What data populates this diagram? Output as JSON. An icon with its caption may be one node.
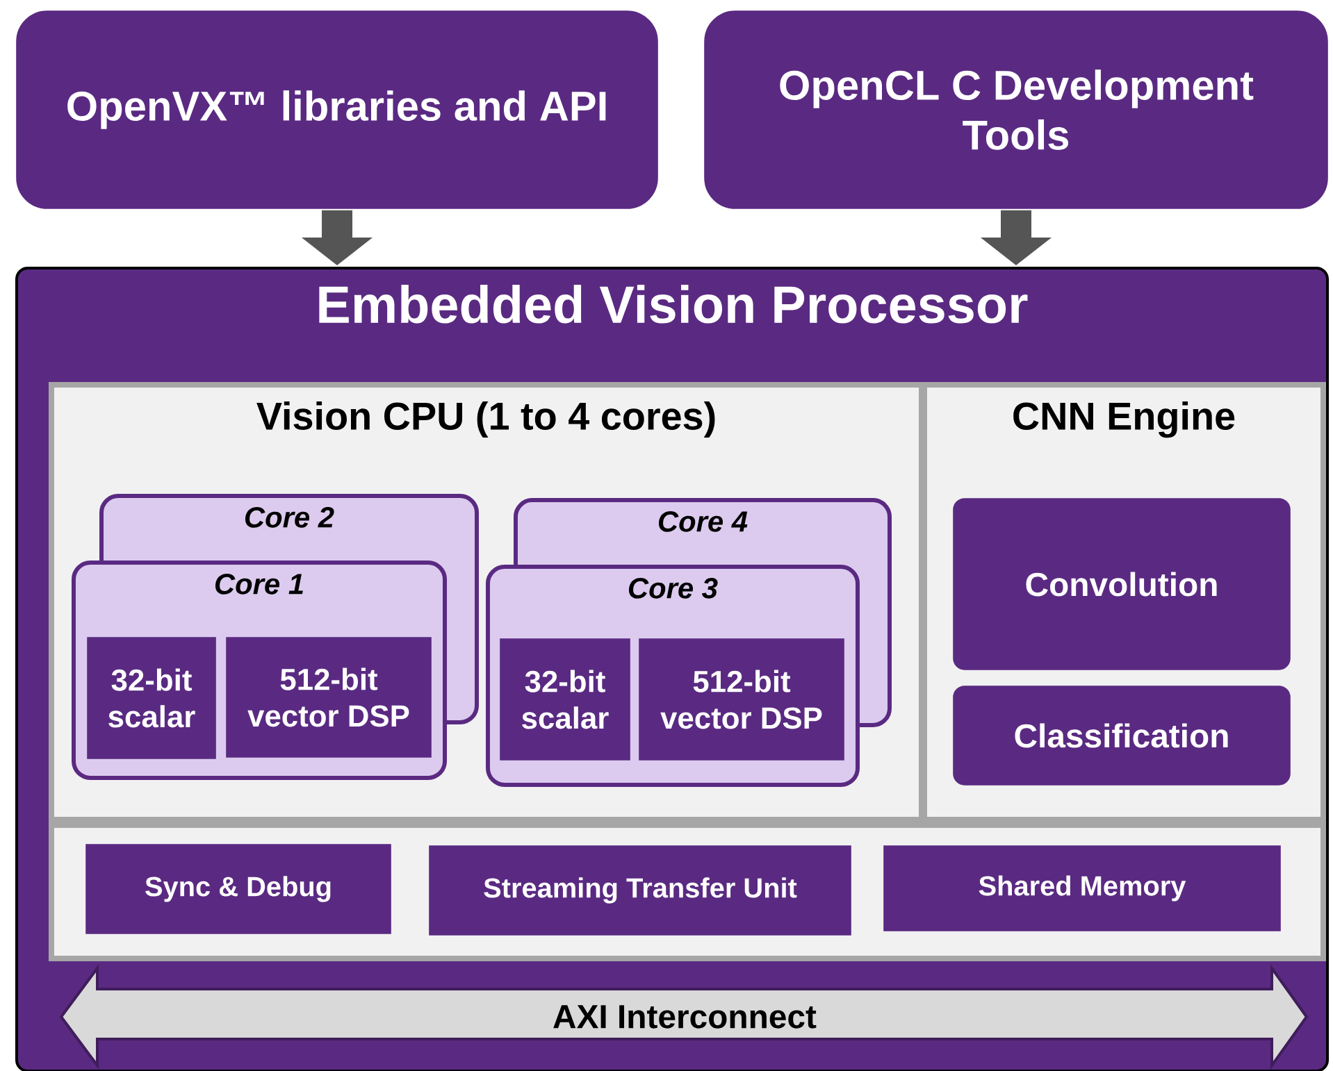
{
  "diagram": {
    "nodes": [
      {
        "text": [
          "OpenVX™ libraries and API"
        ]
      },
      {
        "text": [
          "OpenCL C Development Tools"
        ]
      },
      {
        "text": [
          "Embedded Vision Processor"
        ]
      },
      {
        "text": [
          "Vision CPU (1 to 4 cores)"
        ],
        "in": 2
      },
      {
        "text": [
          "CNN Engine"
        ],
        "in": 2
      },
      {
        "text": [
          "Core 2"
        ],
        "in": 3
      },
      {
        "text": [
          "Core 1"
        ],
        "in": 3
      },
      {
        "text": [
          "32-bit scalar"
        ],
        "in": 6
      },
      {
        "text": [
          "512-bit vector DSP"
        ],
        "in": 6
      },
      {
        "text": [
          "Core 4"
        ],
        "in": 3
      },
      {
        "text": [
          "Core 3"
        ],
        "in": 3
      },
      {
        "text": [
          "32-bit scalar"
        ],
        "in": 10
      },
      {
        "text": [
          "512-bit vector DSP"
        ],
        "in": 10
      },
      {
        "text": [
          "Convolution"
        ],
        "in": 4
      },
      {
        "text": [
          "Classification"
        ],
        "in": 4
      },
      {
        "text": [],
        "shape": "box",
        "in": 2
      },
      {
        "text": [
          "Sync & Debug"
        ],
        "in": 15
      },
      {
        "text": [
          "Streaming Transfer Unit"
        ],
        "in": 15
      },
      {
        "text": [
          "Shared Memory"
        ],
        "in": 15
      },
      {
        "text": [
          "AXI Interconnect"
        ],
        "in": 2
      }
    ],
    "edges": [
      {
        "from": 0,
        "to": 2,
        "arrow": "to"
      },
      {
        "from": 1,
        "to": 2,
        "arrow": "to"
      }
    ]
  }
}
